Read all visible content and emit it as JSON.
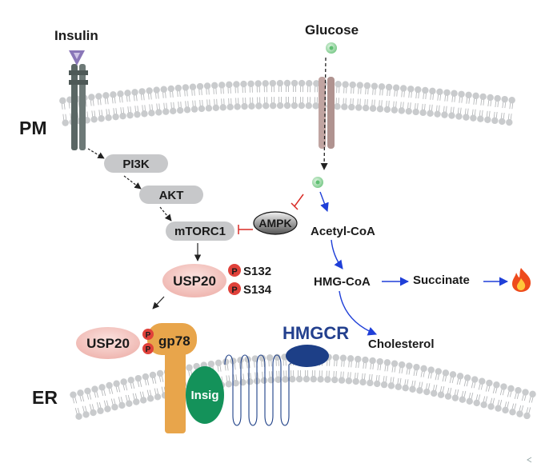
{
  "labels": {
    "insulin": "Insulin",
    "glucose": "Glucose",
    "pm": "PM",
    "er": "ER",
    "pi3k": "PI3K",
    "akt": "AKT",
    "mtorc1": "mTORC1",
    "ampk": "AMPK",
    "usp20_top": "USP20",
    "s132": "S132",
    "s134": "S134",
    "usp20_er": "USP20",
    "gp78": "gp78",
    "insig": "Insig",
    "hmgcr": "HMGCR",
    "acetyl_coa": "Acetyl-CoA",
    "hmg_coa": "HMG-CoA",
    "succinate": "Succinate",
    "cholesterol": "Cholesterol",
    "phospho": "P"
  },
  "colors": {
    "membrane_head": "#c9cbcd",
    "kinase_box": "#c7c8ca",
    "usp20": "#f2c4c0",
    "phospho_badge": "#e0413a",
    "gp78": "#e8a54b",
    "insig": "#14925a",
    "hmgcr": "#1d3f87",
    "hmgcr_label": "#23408e",
    "glucose": "#8fd49a",
    "insulin_receptor": "#5a6664",
    "glut": "#c0a4a1",
    "inhibition": "#d92b25",
    "blue_arrow": "#1f3fd8",
    "black_arrow": "#222222"
  },
  "icons": {
    "insulin": "insulin-ligand-icon",
    "glucose": "glucose-molecule-icon",
    "fire": "fire-icon"
  }
}
